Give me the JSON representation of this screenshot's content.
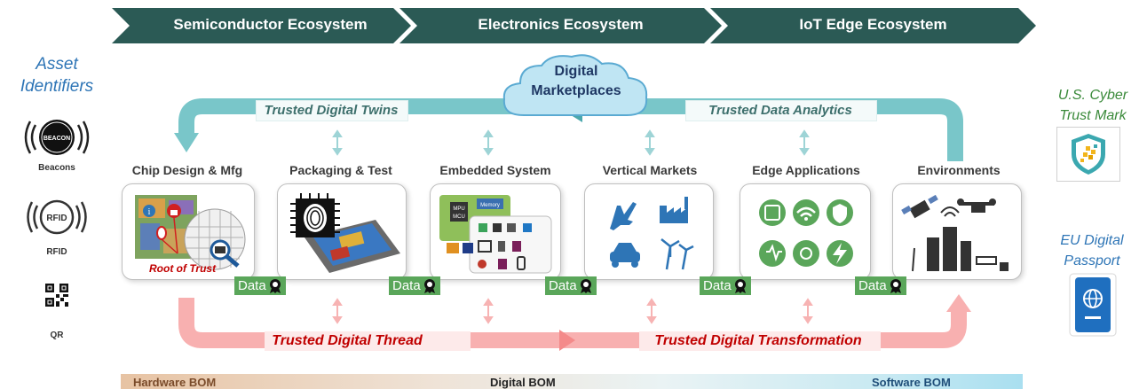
{
  "header": {
    "chevrons": [
      "Semiconductor Ecosystem",
      "Electronics Ecosystem",
      "IoT Edge Ecosystem"
    ]
  },
  "left_panel": {
    "title": "Asset\nIdentifiers",
    "items": [
      {
        "icon": "beacon-icon",
        "badge": "BEACON",
        "label": "Beacons"
      },
      {
        "icon": "rfid-icon",
        "badge": "RFID",
        "label": "RFID"
      },
      {
        "icon": "qr-code-icon",
        "label": "QR"
      }
    ]
  },
  "right_panel": {
    "top": {
      "title": "U.S. Cyber\nTrust Mark",
      "icon": "shield-icon"
    },
    "bottom": {
      "title": "EU Digital\nPassport",
      "icon": "passport-icon"
    }
  },
  "cloud": {
    "label": "Digital\nMarketplaces"
  },
  "top_flow": {
    "left_label": "Trusted Digital Twins",
    "right_label": "Trusted Data Analytics"
  },
  "bottom_flow": {
    "left_label": "Trusted Digital Thread",
    "right_label": "Trusted Digital Transformation"
  },
  "stages": [
    {
      "label": "Chip Design & Mfg",
      "annotation": "Root of Trust",
      "data_tag": "Data"
    },
    {
      "label": "Packaging & Test",
      "data_tag": "Data"
    },
    {
      "label": "Embedded System",
      "chip_labels": [
        "MPU",
        "MCU",
        "Memory"
      ],
      "data_tag": "Data"
    },
    {
      "label": "Vertical Markets",
      "data_tag": "Data"
    },
    {
      "label": "Edge Applications",
      "data_tag": "Data"
    },
    {
      "label": "Environments"
    }
  ],
  "bom_bar": {
    "left": "Hardware BOM",
    "center": "Digital BOM",
    "right": "Software BOM"
  },
  "colors": {
    "chevron": "#2b5a55",
    "teal_arrow": "#6fc3c6",
    "red_arrow": "#f6a4a4",
    "data_tag": "#5aa65a",
    "asset_title": "#2e75b6",
    "trust_mark_title": "#3a8a3a",
    "passport_title": "#2e75b6",
    "thread_text": "#c00000",
    "twin_text": "#3d6f6c"
  }
}
